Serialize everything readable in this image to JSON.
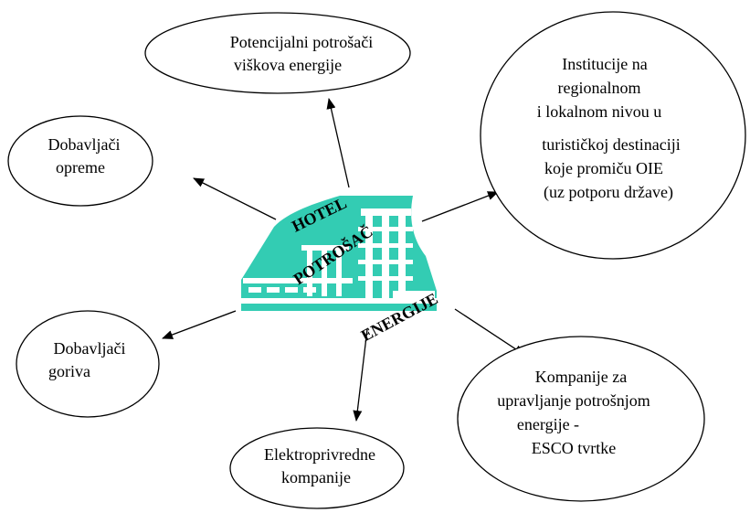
{
  "colors": {
    "hotel_fill": "#33ccb3",
    "stroke": "#000000",
    "background": "#ffffff"
  },
  "center": {
    "label_top": "HOTEL",
    "label_middle": "POTROŠAČ",
    "label_bottom": "ENERGIJE",
    "icon": "hotel-building-icon"
  },
  "nodes": {
    "potential_consumers": {
      "lines": [
        "Potencijalni potrošači",
        "viškova energije"
      ]
    },
    "institutions": {
      "lines": [
        "Institucije na",
        "regionalnom",
        "i lokalnom nivou u",
        "turističkoj destinaciji",
        "koje promiču OIE",
        "(uz potporu države)"
      ]
    },
    "equipment_suppliers": {
      "lines": [
        "Dobavljači",
        "opreme"
      ]
    },
    "fuel_suppliers": {
      "lines": [
        "Dobavljači",
        "goriva"
      ]
    },
    "electric_companies": {
      "lines": [
        "Elektroprivredne",
        "kompanije"
      ]
    },
    "esco_companies": {
      "lines": [
        "Kompanije za",
        "upravljanje potrošnjom",
        "energije -",
        "ESCO tvrtke"
      ]
    }
  }
}
